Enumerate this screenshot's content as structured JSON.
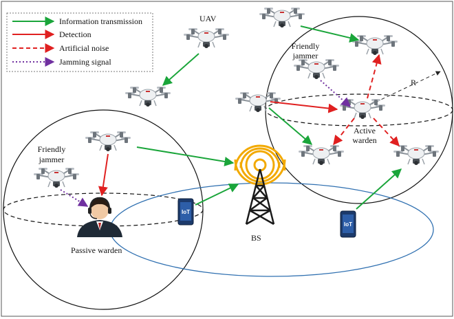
{
  "legend": {
    "items": [
      {
        "label": "Information transmission",
        "color": "#1aa53a",
        "style": "solid"
      },
      {
        "label": "Detection",
        "color": "#e02020",
        "style": "solid"
      },
      {
        "label": "Artificial noise",
        "color": "#e02020",
        "style": "dashed"
      },
      {
        "label": "Jamming signal",
        "color": "#7030a0",
        "style": "dotted"
      }
    ]
  },
  "labels": {
    "uav": "UAV",
    "friendly_jammer_right": "Friendly\njammer",
    "friendly_jammer_left": "Friendly\njammer",
    "radius": "R",
    "active_warden": "Active\nwarden",
    "passive_warden": "Passive warden",
    "bs": "BS",
    "iot": "IoT"
  },
  "colors": {
    "green": "#1aa53a",
    "red": "#e02020",
    "purple": "#7030a0",
    "ellipse_blue": "#2e6fb0",
    "tower_gold": "#f2a900"
  }
}
